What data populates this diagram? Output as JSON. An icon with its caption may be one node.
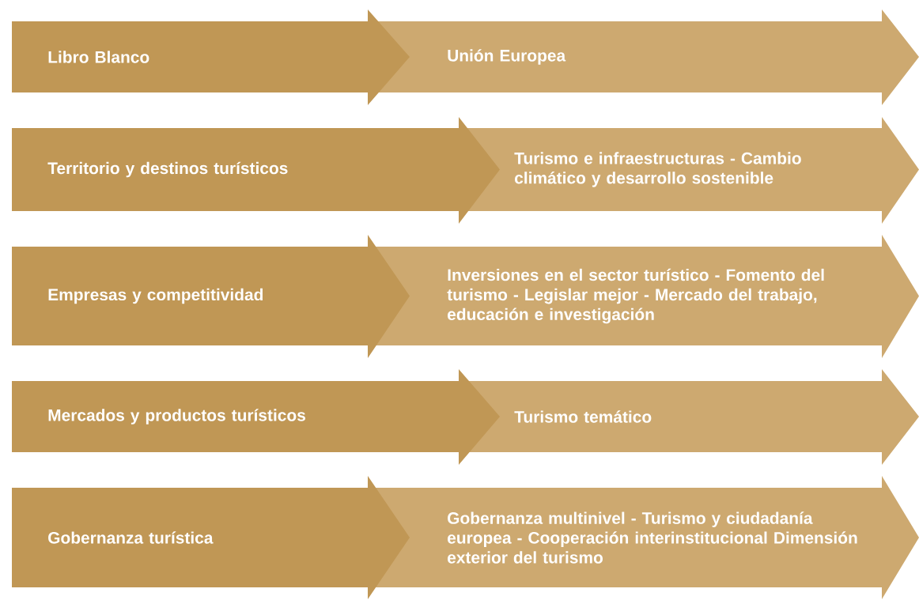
{
  "diagram": {
    "nodes": [
      {
        "text": [
          "Libro Blanco"
        ]
      },
      {
        "text": [
          "Unión Europea"
        ]
      },
      {
        "text": [
          "Territorio y destinos turísticos"
        ]
      },
      {
        "text": [
          "Turismo e infraestructuras - Cambio climático y desarrollo sostenible"
        ]
      },
      {
        "text": [
          "Empresas y competitividad"
        ]
      },
      {
        "text": [
          "Inversiones en el sector turístico -  Fomento del turismo - Legislar mejor - Mercado del trabajo, educación e investigación"
        ]
      },
      {
        "text": [
          "Mercados y productos turísticos"
        ]
      },
      {
        "text": [
          "Turismo temático"
        ]
      },
      {
        "text": [
          "Gobernanza turística"
        ]
      },
      {
        "text": [
          "Gobernanza multinivel - Turismo y ciudadanía europea - Cooperación interinstitucional Dimensión exterior del turismo"
        ]
      }
    ]
  }
}
